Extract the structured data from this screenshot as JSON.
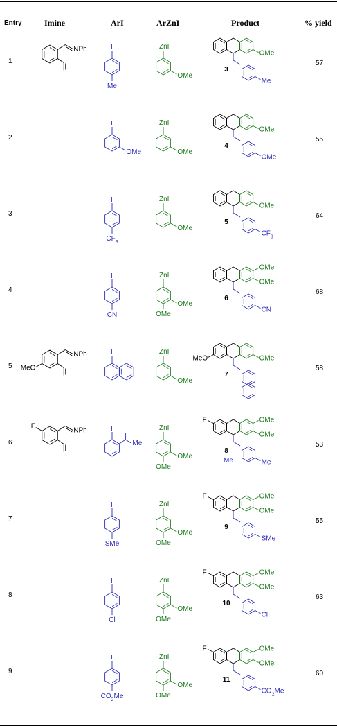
{
  "header": {
    "entry": "Entry",
    "imine": "Imine",
    "ari": "ArI",
    "arzni": "ArZnI",
    "product": "Product",
    "yield": "% yield"
  },
  "colors": {
    "ari": "#2b2bb8",
    "arzni": "#1f7a1f",
    "black": "#000000"
  },
  "rows": [
    {
      "entry": "1",
      "yield": "57",
      "compound": "3",
      "imine_label": "NPh",
      "ari_sub": "Me",
      "zn_label": "ZnI",
      "zn_sub": "OMe",
      "prod_sub1": "OMe",
      "prod_bottom": "Me"
    },
    {
      "entry": "2",
      "yield": "55",
      "compound": "4",
      "ari_sub": "OMe",
      "zn_label": "ZnI",
      "zn_sub": "OMe",
      "prod_sub1": "OMe",
      "prod_bottom": "OMe"
    },
    {
      "entry": "3",
      "yield": "64",
      "compound": "5",
      "ari_sub": "CF3",
      "zn_label": "ZnI",
      "zn_sub": "OMe",
      "prod_sub1": "OMe",
      "prod_bottom": "CF3"
    },
    {
      "entry": "4",
      "yield": "68",
      "compound": "6",
      "ari_sub": "CN",
      "zn_label": "ZnI",
      "zn_sub": "OMe",
      "zn_sub2": "OMe",
      "prod_sub1": "OMe",
      "prod_sub2": "OMe",
      "prod_bottom": "CN"
    },
    {
      "entry": "5",
      "yield": "58",
      "compound": "7",
      "imine_label": "NPh",
      "imine_sub": "MeO",
      "zn_label": "ZnI",
      "zn_sub": "OMe",
      "prod_left": "MeO",
      "prod_sub1": "OMe"
    },
    {
      "entry": "6",
      "yield": "53",
      "compound": "8",
      "imine_label": "NPh",
      "imine_sub": "F",
      "ari_sub": "Me",
      "ari_sub2": "Me",
      "zn_label": "ZnI",
      "zn_sub": "OMe",
      "zn_sub2": "OMe",
      "prod_left": "F",
      "prod_sub1": "OMe",
      "prod_sub2": "OMe",
      "prod_bottom": "Me",
      "prod_bottom2": "Me"
    },
    {
      "entry": "7",
      "yield": "55",
      "compound": "9",
      "ari_sub": "SMe",
      "zn_label": "ZnI",
      "zn_sub": "OMe",
      "zn_sub2": "OMe",
      "prod_left": "F",
      "prod_sub1": "OMe",
      "prod_sub2": "OMe",
      "prod_bottom": "SMe"
    },
    {
      "entry": "8",
      "yield": "63",
      "compound": "10",
      "ari_sub": "Cl",
      "zn_label": "ZnI",
      "zn_sub": "OMe",
      "zn_sub2": "OMe",
      "prod_left": "F",
      "prod_sub1": "OMe",
      "prod_sub2": "OMe",
      "prod_bottom": "Cl"
    },
    {
      "entry": "9",
      "yield": "60",
      "compound": "11",
      "ari_sub": "CO2Me",
      "zn_label": "ZnI",
      "zn_sub": "OMe",
      "zn_sub2": "OMe",
      "prod_left": "F",
      "prod_sub1": "OMe",
      "prod_sub2": "OMe",
      "prod_bottom": "CO2Me"
    }
  ]
}
